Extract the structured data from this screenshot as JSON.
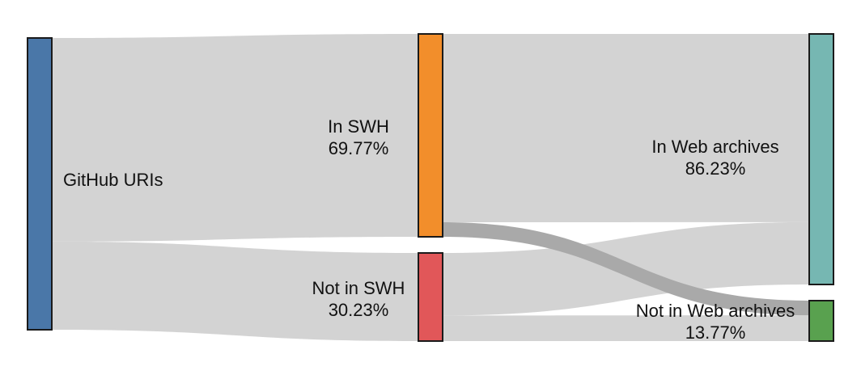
{
  "chart_data": {
    "type": "sankey",
    "nodes": [
      {
        "id": "github",
        "label_lines": [
          "GitHub URIs"
        ],
        "color": "#4a77a8",
        "stage": 1
      },
      {
        "id": "in_swh",
        "label_lines": [
          "In SWH",
          "69.77%"
        ],
        "color": "#f28e2b",
        "stage": 2
      },
      {
        "id": "not_in_swh",
        "label_lines": [
          "Not in SWH",
          "30.23%"
        ],
        "color": "#e15759",
        "stage": 2
      },
      {
        "id": "in_web",
        "label_lines": [
          "In Web archives",
          "86.23%"
        ],
        "color": "#76b7b2",
        "stage": 3
      },
      {
        "id": "not_in_web",
        "label_lines": [
          "Not in Web archives",
          "13.77%"
        ],
        "color": "#59a14f",
        "stage": 3
      }
    ],
    "links": [
      {
        "source": "github",
        "target": "in_swh",
        "value": 69.77
      },
      {
        "source": "github",
        "target": "not_in_swh",
        "value": 30.23
      },
      {
        "source": "in_swh",
        "target": "in_web",
        "value": 64.77
      },
      {
        "source": "in_swh",
        "target": "not_in_web",
        "value": 5.0
      },
      {
        "source": "not_in_swh",
        "target": "in_web",
        "value": 21.46
      },
      {
        "source": "not_in_swh",
        "target": "not_in_web",
        "value": 8.77
      }
    ],
    "link_color": "#d3d3d3",
    "highlight_link_color": "#a9a9a9"
  }
}
